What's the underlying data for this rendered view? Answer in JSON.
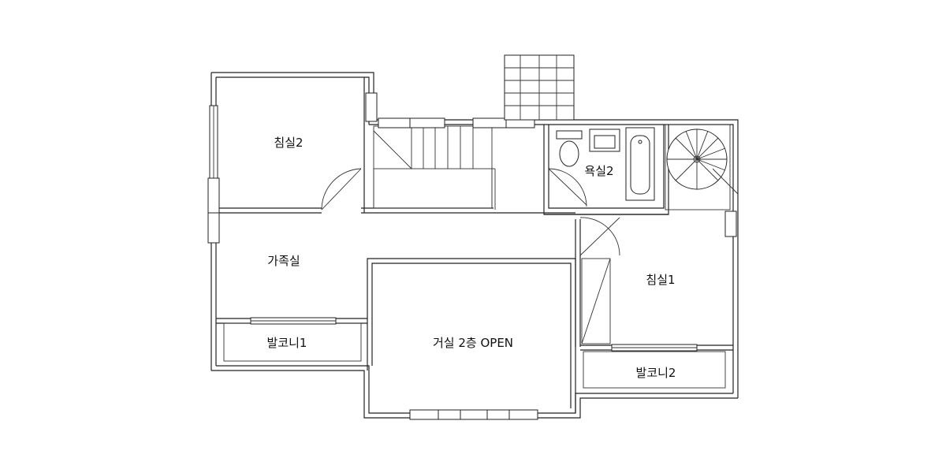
{
  "rooms": {
    "bedroom2": "침실2",
    "bathroom2": "욕실2",
    "family_room": "가족실",
    "bedroom1": "침실1",
    "balcony1": "발코니1",
    "living_open": "거실 2층 OPEN",
    "balcony2": "발코니2"
  }
}
